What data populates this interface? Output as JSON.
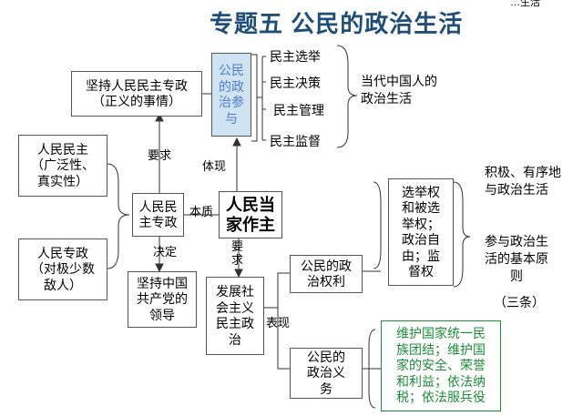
{
  "title": "专题五  公民的政治生活",
  "top_right_fragment": "…生活",
  "boxes": {
    "dictatorship_top": [
      "坚持人民民主专政",
      "（正义的事情）"
    ],
    "participation": [
      "公民",
      "的政",
      "治参",
      "与"
    ],
    "democracy": [
      "人民民主",
      "（广泛性、",
      "真实性）"
    ],
    "dictatorship_enemy": [
      "人民专政",
      "（对极少数",
      "敌人）"
    ],
    "people_dictatorship": [
      "人民民",
      "主专政"
    ],
    "people_master": [
      "人民当",
      "家作主"
    ],
    "party": [
      "坚持中国",
      "共产党的",
      "领导"
    ],
    "socialism": [
      "发展社",
      "会主义",
      "民主政",
      "治"
    ],
    "rights": [
      "公民的政",
      "治权利"
    ],
    "rights_detail": [
      "选举权",
      "和被选",
      "举权；",
      "政治自",
      "由；监",
      "督权"
    ],
    "duties": [
      "公民的",
      "政治义",
      "务"
    ],
    "duties_detail": [
      "维护国家统一民",
      "族团结；维护国",
      "家的安全、荣誉",
      "和利益；依法纳",
      "税；依法服兵役"
    ]
  },
  "participation_items": [
    "民主选举",
    "民主决策",
    "民主管理",
    "民主监督"
  ],
  "labels": {
    "contemporary": [
      "当代中国人的",
      "政治生活"
    ],
    "orderly": [
      "积极、有序地",
      "与政治生活"
    ],
    "principles": [
      "参与政治生",
      "活的基本原",
      "则"
    ],
    "three": "（三条）",
    "require1": "要求",
    "reflect": "体现",
    "essence": "本质",
    "decide": "决定",
    "require2": "要求",
    "express": "表现"
  },
  "colors": {
    "title": "#1f4e79",
    "participation_text": "#4f7ec6",
    "duties_text": "#1e8c3a",
    "blue_box_fill": "#cfe3f3",
    "line": "#333333"
  }
}
